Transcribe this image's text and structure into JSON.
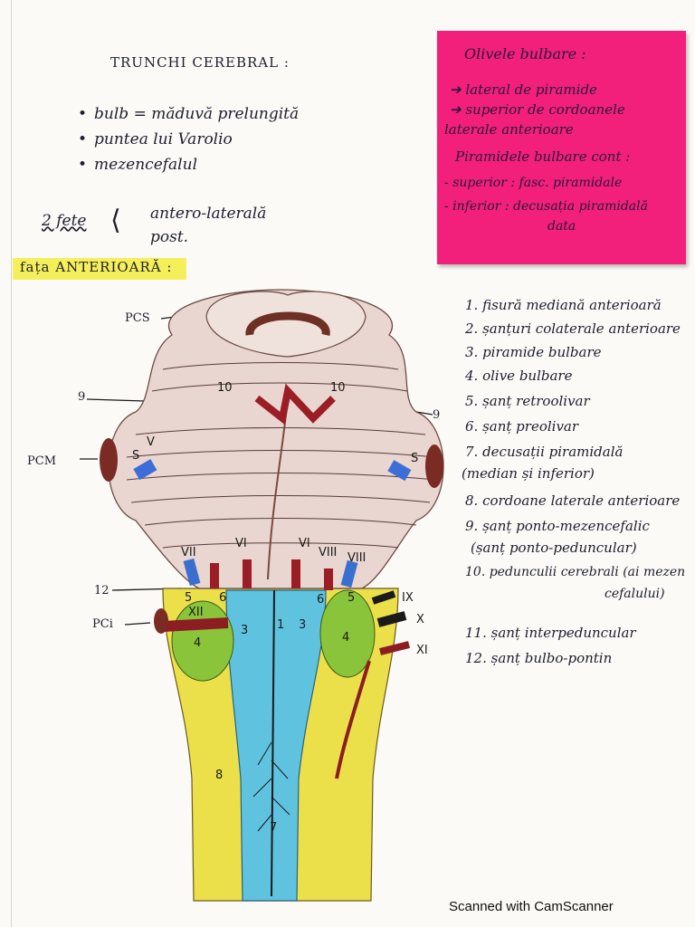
{
  "title": "TRUNCHI CEREBRAL :",
  "bullets": [
    "bulb = măduvă prelungită",
    "puntea lui Varolio",
    "mezencefalul"
  ],
  "fete": {
    "label": "2 fete",
    "line1": "antero-laterală",
    "line2": "post."
  },
  "face_heading": "fața ANTERIOARĂ :",
  "sticky_note": {
    "heading": "Olivele bulbare :",
    "line1": "➔ lateral de piramide",
    "line2": "➔ superior de cordoanele",
    "line3": "laterale anterioare",
    "line4": "Piramidele bulbare cont :",
    "line5": "- superior : fasc. piramidale",
    "line6": "- inferior : decusația piramidală",
    "line7": "data"
  },
  "legend": [
    "1. fisură mediană anterioară",
    "2. șanțuri colaterale anterioare",
    "3. piramide bulbare",
    "4. olive bulbare",
    "5. șanț retroolivar",
    "6. șanț preolivar",
    "7. decusații piramidală",
    "(median și inferior)",
    "8. cordoane laterale anterioare",
    "9. șanț ponto-mezencefalic",
    "(șanț ponto-peduncular)",
    "10. pedunculii cerebrali (ai mezen",
    "cefalului)",
    "11. șanț interpeduncular",
    "12. șanț bulbo-pontin"
  ],
  "side_labels": {
    "pcs": "PCS",
    "pcm": "PCM",
    "pci": "PCi",
    "nine_left": "9",
    "nine_right": "9",
    "twelve": "12"
  },
  "diagram_numbers": [
    "10",
    "10",
    "1",
    "3",
    "3",
    "4",
    "4",
    "5",
    "5",
    "6",
    "6",
    "7",
    "8",
    "S",
    "S",
    "V",
    "VI",
    "VI",
    "VII",
    "VIII",
    "VIII",
    "XII",
    "IX",
    "X",
    "XI"
  ],
  "scanner_mark": "Scanned with CamScanner",
  "colors": {
    "sticky": "#f2207a",
    "highlight": "#f5ef5b",
    "brain": "#c9a29a",
    "pyramid_blue": "#5fc3df",
    "olive_green": "#8ac43a",
    "lateral_yellow": "#ece04a",
    "nerve_red": "#8c1d22"
  }
}
